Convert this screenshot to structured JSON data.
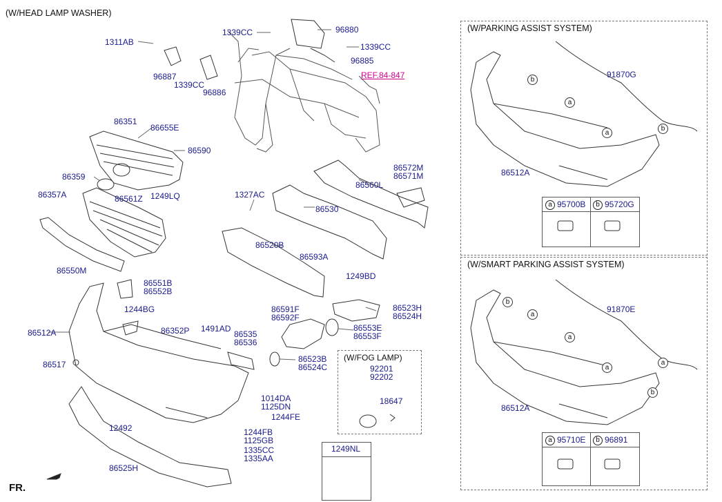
{
  "headings": {
    "main": "(W/HEAD LAMP WASHER)",
    "parking": "(W/PARKING ASSIST SYSTEM)",
    "smart": "(W/SMART PARKING ASSIST SYSTEM)",
    "fog": "(W/FOG LAMP)",
    "front": "FR."
  },
  "ref": "REF.84-847",
  "labels": {
    "p1311AB": "1311AB",
    "p96887": "96887",
    "p1339CC_a": "1339CC",
    "p96886": "96886",
    "p1339CC_b": "1339CC",
    "p96880": "96880",
    "p1339CC_c": "1339CC",
    "p96885": "96885",
    "p86351": "86351",
    "p86655E": "86655E",
    "p86590": "86590",
    "p86359": "86359",
    "p86357A": "86357A",
    "p86561Z": "86561Z",
    "p1249LQ": "1249LQ",
    "p86550M": "86550M",
    "p86572M": "86572M",
    "p86571M": "86571M",
    "p86560L": "86560L",
    "p1327AC": "1327AC",
    "p86530": "86530",
    "p86520B": "86520B",
    "p86593A": "86593A",
    "p1249BD": "1249BD",
    "p86551B": "86551B",
    "p86552B": "86552B",
    "p1244BG": "1244BG",
    "p86512A": "86512A",
    "p86352P": "86352P",
    "p1491AD": "1491AD",
    "p86535": "86535",
    "p86536": "86536",
    "p86591F": "86591F",
    "p86592F": "86592F",
    "p86523H": "86523H",
    "p86524H": "86524H",
    "p86553E": "86553E",
    "p86553F": "86553F",
    "p86523B": "86523B",
    "p86524C": "86524C",
    "p86517": "86517",
    "p1014DA": "1014DA",
    "p1125DN": "1125DN",
    "p1244FE": "1244FE",
    "p12492": "12492",
    "p1244FB": "1244FB",
    "p1125GB": "1125GB",
    "p1335CC": "1335CC",
    "p1335AA": "1335AA",
    "p86525H": "86525H",
    "p92201": "92201",
    "p92202": "92202",
    "p18647": "18647",
    "p1249NL": "1249NL"
  },
  "parking": {
    "harness": "91870G",
    "bumper": "86512A",
    "cells": [
      {
        "letter": "a",
        "part": "95700B"
      },
      {
        "letter": "b",
        "part": "95720G"
      }
    ]
  },
  "smart": {
    "harness": "91870E",
    "bumper": "86512A",
    "cells": [
      {
        "letter": "a",
        "part": "95710E"
      },
      {
        "letter": "b",
        "part": "96891"
      }
    ]
  },
  "bubbles": [
    "a",
    "b"
  ]
}
